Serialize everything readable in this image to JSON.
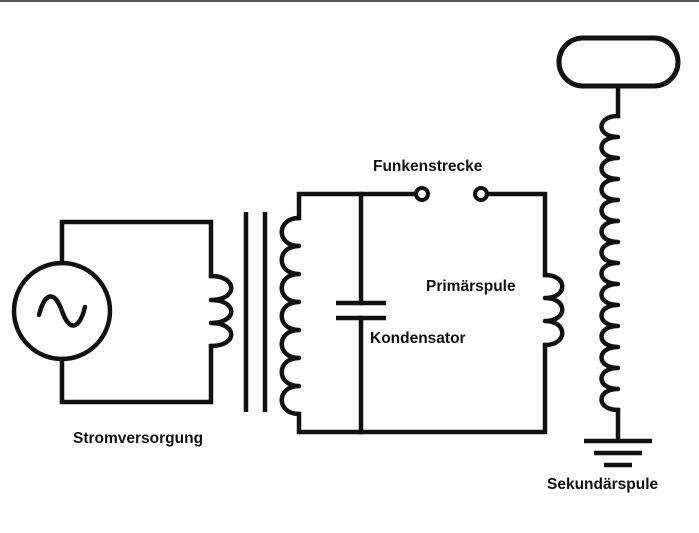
{
  "labels": {
    "power_supply": "Stromversorgung",
    "spark_gap": "Funkenstrecke",
    "primary_coil": "Primärspule",
    "capacitor": "Kondensator",
    "secondary_coil": "Sekundärspule"
  },
  "icons": {
    "ac_source": "sine-wave-icon",
    "ground": "ground-icon",
    "top_load": "toroid-icon"
  },
  "colors": {
    "line": "#111111",
    "background": "#ffffff"
  }
}
